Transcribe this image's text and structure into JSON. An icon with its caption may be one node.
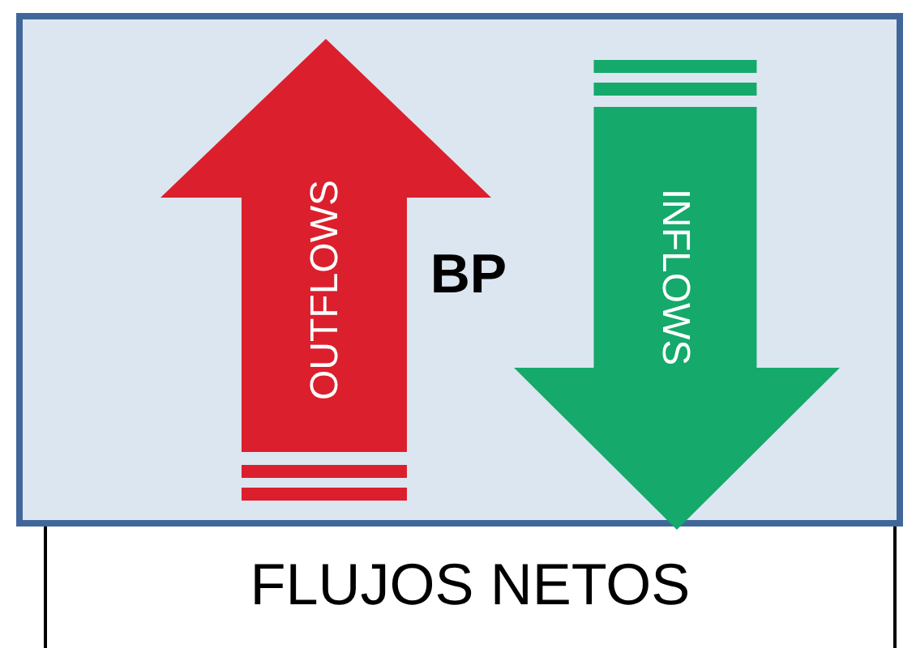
{
  "diagram": {
    "nodes": [
      {
        "text": [
          "BP"
        ]
      },
      {
        "text": [
          "OUTFLOWS"
        ],
        "in": 0
      },
      {
        "text": [
          "INFLOWS"
        ],
        "in": 0
      },
      {
        "text": [
          "FLUJOS NETOS"
        ]
      }
    ]
  }
}
